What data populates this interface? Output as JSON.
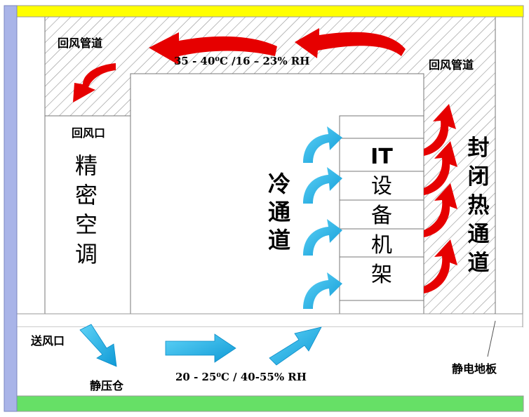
{
  "labels": {
    "return_duct_left": "回风管道",
    "return_duct_right": "回风管道",
    "return_air_temp": "35 - 40⁰C /16 – 23% RH",
    "return_air_inlet": "回风口",
    "crac": [
      "精",
      "密",
      "空",
      "调"
    ],
    "cold_aisle": [
      "冷",
      "通",
      "道"
    ],
    "it_rack": [
      "IT",
      "设",
      "备",
      "机",
      "架"
    ],
    "hot_aisle": [
      "封",
      "闭",
      "热",
      "通",
      "道"
    ],
    "supply_air_outlet": "送风口",
    "plenum": "静压仓",
    "supply_air_temp": "20 - 25⁰C / 40-55% RH",
    "raised_floor": "静电地板"
  },
  "colors": {
    "ceiling": "#ffff00",
    "ground": "#66e066",
    "left_wall": "#a9b4e8",
    "hot_air_arrow": "#e60000",
    "cold_air_arrow": "#1ab2e8",
    "hatch": "#999999"
  },
  "icons": {
    "hot_air": "red-curved-arrow",
    "cold_air": "blue-curved-arrow",
    "supply_flow": "blue-straight-arrow"
  }
}
